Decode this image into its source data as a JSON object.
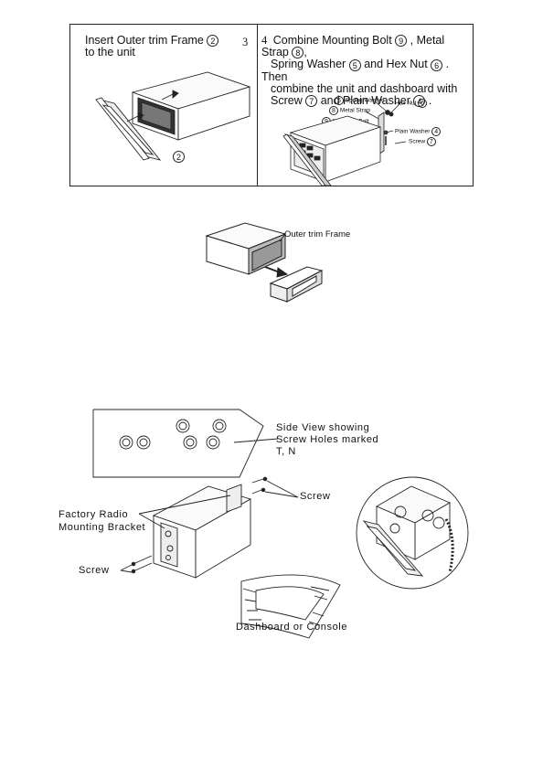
{
  "step2": {
    "title_line1": "Insert Outer trim Frame",
    "title_line2": "to the unit",
    "circle_title": "2",
    "circle_bottom": "2"
  },
  "step3": {
    "number": "3"
  },
  "step4": {
    "number": "4",
    "line1_a": "Combine Mounting Bolt",
    "line1_c1": "9",
    "line1_b": ", Metal Strap",
    "line1_c2": "8",
    "line1_end": ",",
    "line2_a": "Spring Washer",
    "line2_c1": "5",
    "line2_b": "and Hex Nut",
    "line2_c2": "6",
    "line2_end": ". Then",
    "line3": "combine the unit and dashboard with",
    "line4_a": "Screw",
    "line4_c1": "7",
    "line4_b": "and Plain Washer",
    "line4_c2": "4",
    "line4_end": ".",
    "labels": {
      "spring_washer": "Spring Washer",
      "spring_washer_n": "5",
      "hex_nut": "Hex Nut",
      "hex_nut_n": "6",
      "metal_strap": "Metal Strap",
      "metal_strap_n": "8",
      "mounting_bolt": "Mounting Bolt",
      "mounting_bolt_n": "9",
      "plain_washer": "Plain Washer",
      "plain_washer_n": "4",
      "screw": "Screw",
      "screw_n": "7"
    }
  },
  "middle": {
    "outer_trim_label": "Outer trim Frame"
  },
  "bottom": {
    "side_view_line1": "Side View showing",
    "side_view_line2": "Screw Holes marked",
    "side_view_line3": "T, N",
    "screw_top": "Screw",
    "factory_line1": "Factory Radio",
    "factory_line2": "Mounting Bracket",
    "screw_left": "Screw",
    "dashboard": "Dashboard or Console"
  }
}
